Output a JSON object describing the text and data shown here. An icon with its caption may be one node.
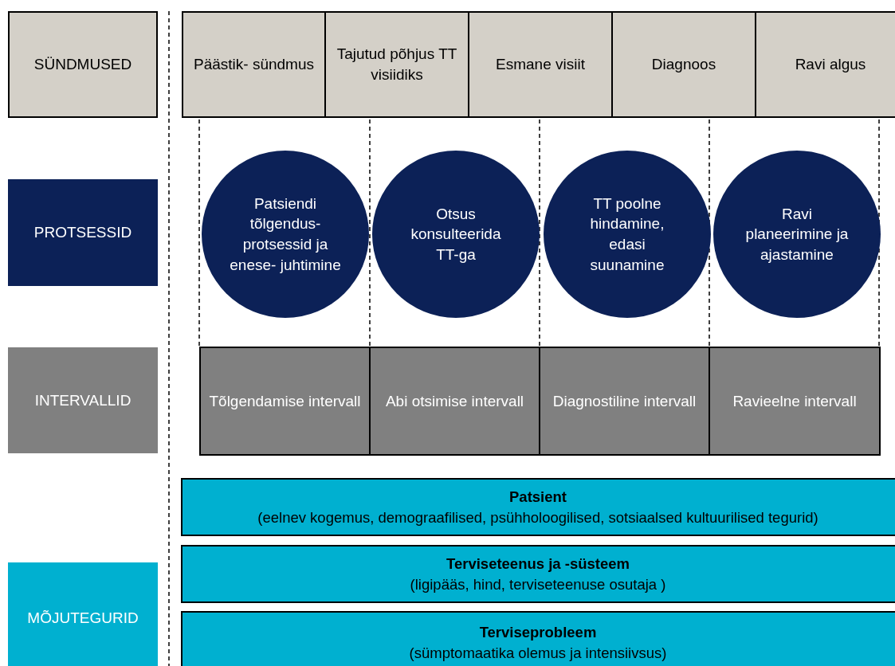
{
  "diagram": {
    "nodes": [
      {
        "text": [
          "SÜNDMUSED"
        ]
      },
      {
        "text": [
          "PROTSESSID"
        ]
      },
      {
        "text": [
          "INTERVALLID"
        ]
      },
      {
        "text": [
          "MÕJUTEGURID"
        ]
      },
      {
        "text": [
          "Päästik- sündmus"
        ]
      },
      {
        "text": [
          "Tajutud põhjus TT visiidiks"
        ]
      },
      {
        "text": [
          "Esmane visiit"
        ]
      },
      {
        "text": [
          "Diagnoos"
        ]
      },
      {
        "text": [
          "Ravi algus"
        ]
      },
      {
        "text": [
          "Patsiendi tõlgendus- protsessid ja enese- juhtimine"
        ]
      },
      {
        "text": [
          "Otsus konsulteerida TT-ga"
        ]
      },
      {
        "text": [
          "TT poolne hindamine, edasi suunamine"
        ]
      },
      {
        "text": [
          "Ravi planeerimine ja ajastamine"
        ]
      },
      {
        "text": [
          "Tõlgendamise intervall"
        ]
      },
      {
        "text": [
          "Abi otsimise intervall"
        ]
      },
      {
        "text": [
          "Diagnostiline intervall"
        ]
      },
      {
        "text": [
          "Ravieelne intervall"
        ]
      },
      {
        "text": [
          "Patsient",
          "(eelnev kogemus, demograafilised, psühholoogilised, sotsiaalsed kultuurilised tegurid)"
        ]
      },
      {
        "text": [
          "Terviseteenus ja -süsteem",
          "(ligipääs, hind, terviseteenuse osutaja )"
        ]
      },
      {
        "text": [
          "Terviseprobleem",
          "(sümptomaatika olemus ja intensiivsus)"
        ]
      }
    ]
  }
}
